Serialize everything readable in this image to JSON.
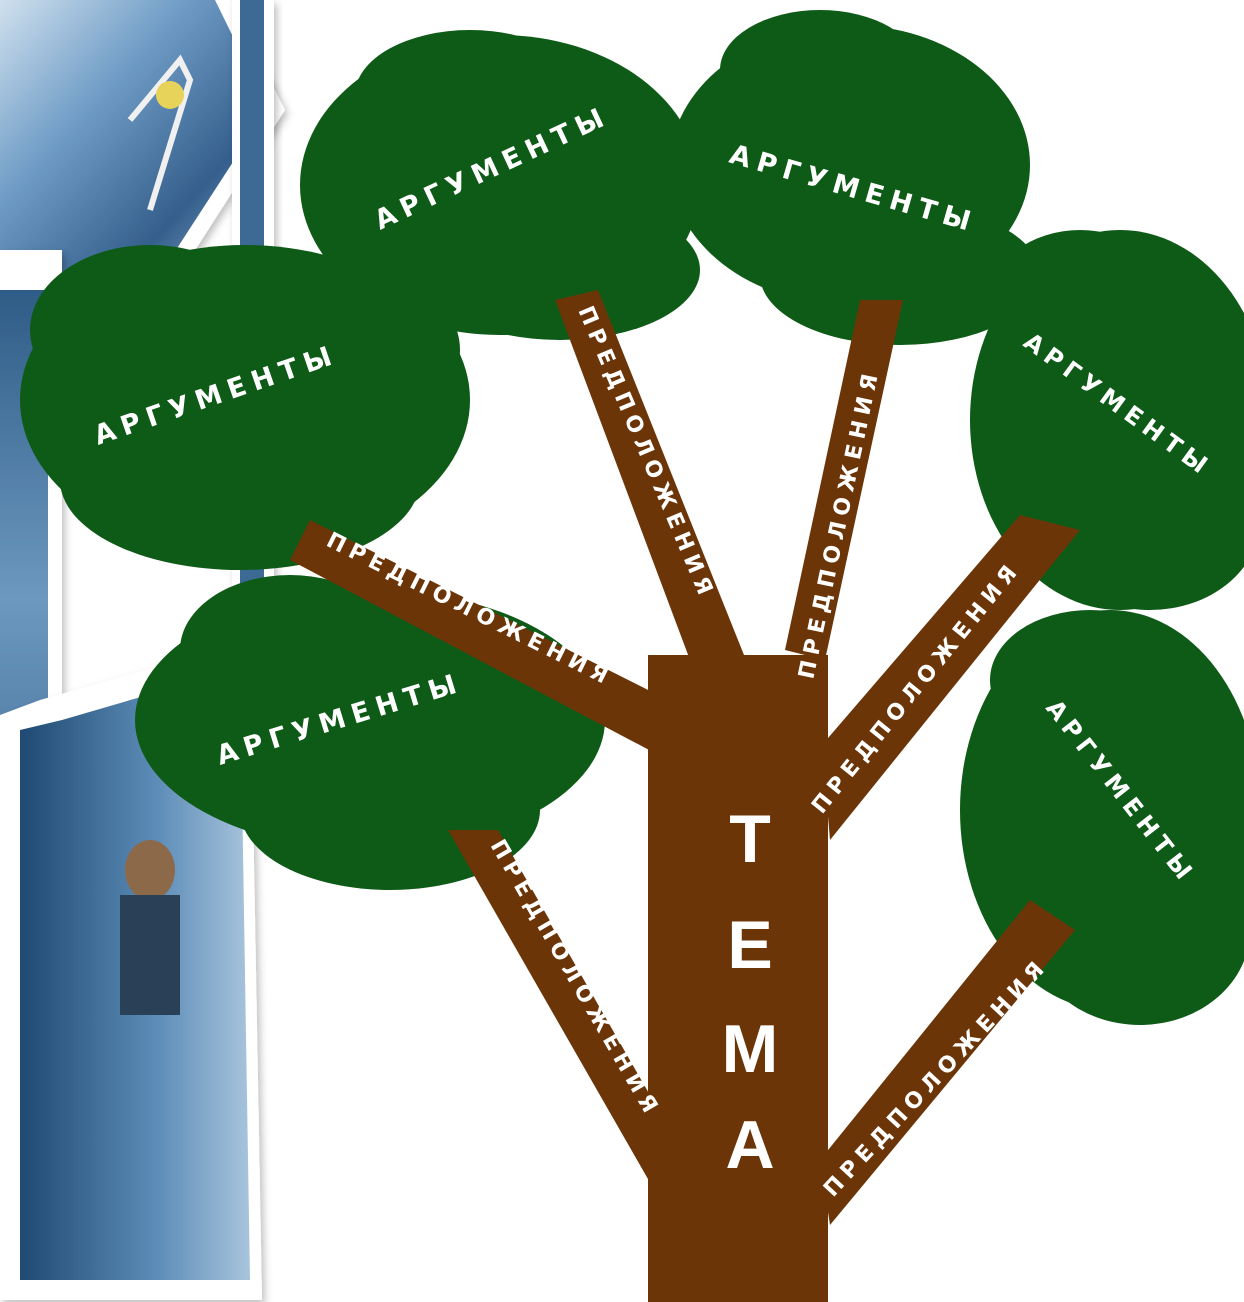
{
  "colors": {
    "trunk": "#6b3508",
    "foliage": "#0e5a17",
    "text": "#ffffff",
    "photo_bg": "#4a7fb0"
  },
  "trunk": {
    "letters": [
      "Т",
      "Е",
      "М",
      "А"
    ]
  },
  "branches": [
    {
      "label": "ПРЕДПОЛОЖЕНИЯ"
    },
    {
      "label": "ПРЕДПОЛОЖЕНИЯ"
    },
    {
      "label": "ПРЕДПОЛОЖЕНИЯ"
    },
    {
      "label": "ПРЕДПОЛОЖЕНИЯ"
    },
    {
      "label": "ПРЕДПОЛОЖЕНИЯ"
    },
    {
      "label": "ПРЕДПОЛОЖЕНИЯ"
    }
  ],
  "leaves": [
    {
      "label": "АРГУМЕНТЫ"
    },
    {
      "label": "АРГУМЕНТЫ"
    },
    {
      "label": "АРГУМЕНТЫ"
    },
    {
      "label": "АРГУМЕНТЫ"
    },
    {
      "label": "АРГУМЕНТЫ"
    },
    {
      "label": "АРГУМЕНТЫ"
    }
  ],
  "background": {
    "icon": "winter-illustration-photo-collage"
  }
}
